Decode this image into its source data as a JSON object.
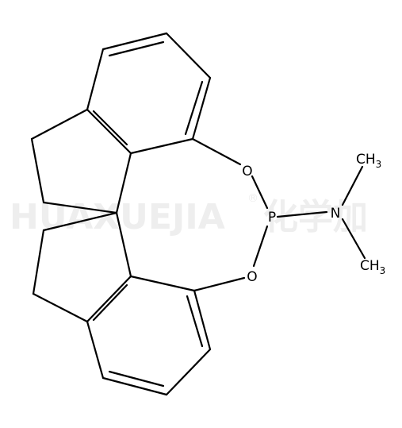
{
  "watermark": {
    "text": "HUAXUEJIA",
    "registered": "®",
    "cjk": "化学加"
  },
  "atoms": {
    "o_upper": "O",
    "o_lower": "O",
    "p": "P",
    "n": "N",
    "methyl_upper": {
      "main": "CH",
      "sub": "3"
    },
    "methyl_lower": {
      "main": "CH",
      "sub": "3"
    }
  },
  "colors": {
    "bond": "#000000",
    "watermark": "#eeeeee",
    "background": "#ffffff"
  }
}
